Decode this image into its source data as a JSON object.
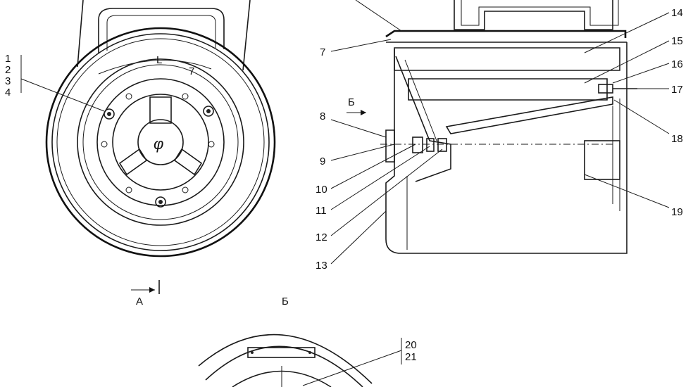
{
  "callouts": {
    "n1": "1",
    "n2": "2",
    "n3": "3",
    "n4": "4",
    "n7": "7",
    "n8": "8",
    "n9": "9",
    "n10": "10",
    "n11": "11",
    "n12": "12",
    "n13": "13",
    "n14": "14",
    "n15": "15",
    "n16": "16",
    "n17": "17",
    "n18": "18",
    "n19": "19",
    "n20": "20",
    "n21": "21"
  },
  "view_marks": {
    "section_A": "A",
    "view_B_arrow": "Б",
    "view_B_title": "Б"
  },
  "cover_marks": {
    "open": "L",
    "close": "7",
    "center_symbol": "φ"
  }
}
